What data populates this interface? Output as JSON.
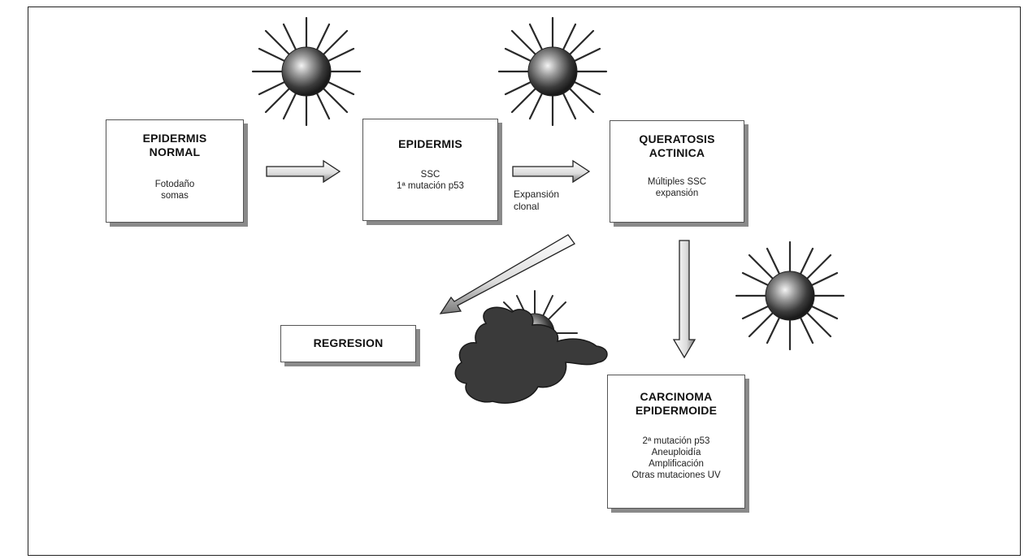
{
  "boxes": {
    "normal": {
      "title_1": "EPIDERMIS",
      "title_2": "NORMAL",
      "sub_1": "Fotodaño",
      "sub_2": "somas"
    },
    "epidermis": {
      "title_1": "EPIDERMIS",
      "sub_1": "SSC",
      "sub_2": "1ª mutación p53"
    },
    "queratosis": {
      "title_1": "QUERATOSIS",
      "title_2": "ACTINICA",
      "sub_1": "Múltiples SSC",
      "sub_2": "expansión"
    },
    "regresion": {
      "title_1": "REGRESION"
    },
    "carcinoma": {
      "title_1": "CARCINOMA",
      "title_2": "EPIDERMOIDE",
      "sub_1": "2ª mutación p53",
      "sub_2": "Aneuploidía",
      "sub_3": "Amplificación",
      "sub_4": "Otras mutaciones UV"
    }
  },
  "labels": {
    "excision_1": "Expansión",
    "excision_2": "clonal"
  },
  "icons": [
    "sun-icon",
    "sun-icon",
    "sun-icon",
    "sun-icon",
    "cloud-icon"
  ]
}
